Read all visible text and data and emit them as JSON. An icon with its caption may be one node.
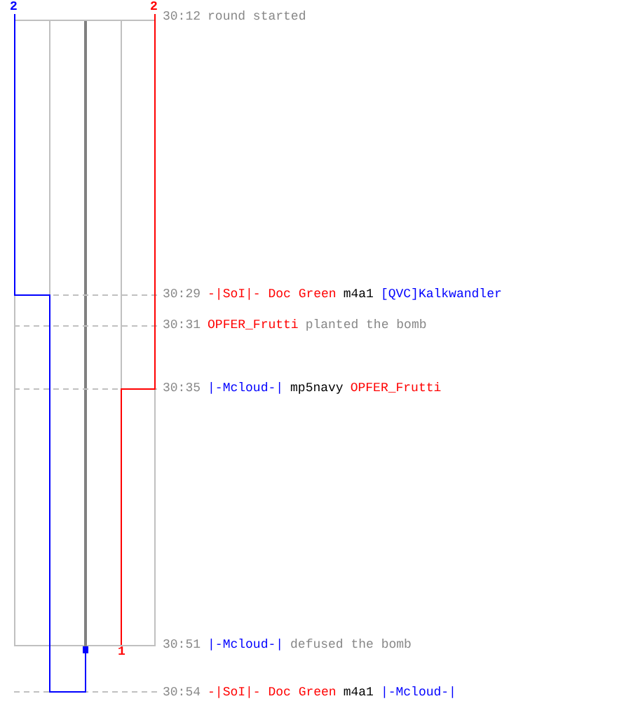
{
  "diagram": {
    "labels": [
      "2",
      "2",
      "30:12",
      "round started",
      "30:29",
      "-|SoI|- Doc Green",
      "m4a1",
      "[QVC]Kalkwandler",
      "30:31",
      "OPFER_Frutti",
      "planted the bomb",
      "30:35",
      "|-Mcloud-|",
      "mp5navy",
      "OPFER_Frutti",
      "30:51",
      "|-Mcloud-|",
      "defused the bomb",
      "1",
      "30:54",
      "-|SoI|- Doc Green",
      "m4a1",
      "|-Mcloud-|"
    ]
  }
}
